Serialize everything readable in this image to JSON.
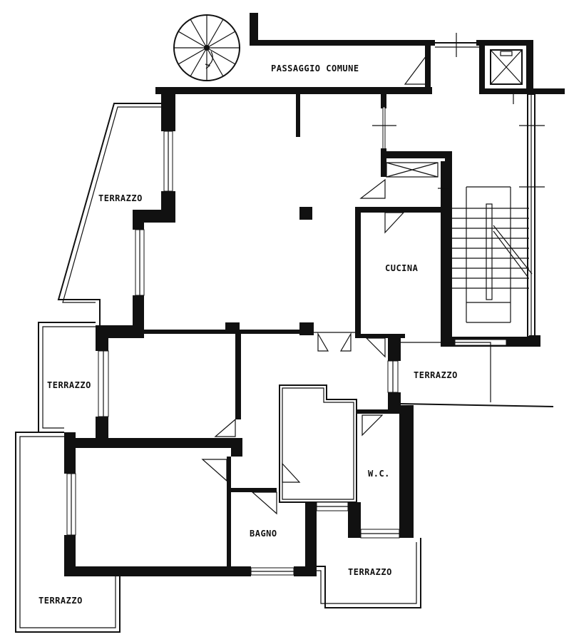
{
  "plan": {
    "labels": {
      "passaggio": "PASSAGGIO COMUNE",
      "terrazzo_nw": "TERRAZZO",
      "terrazzo_w": "TERRAZZO",
      "terrazzo_sw": "TERRAZZO",
      "terrazzo_s": "TERRAZZO",
      "terrazzo_e": "TERRAZZO",
      "cucina": "CUCINA",
      "wc": "W.C.",
      "bagno": "BAGNO"
    }
  }
}
